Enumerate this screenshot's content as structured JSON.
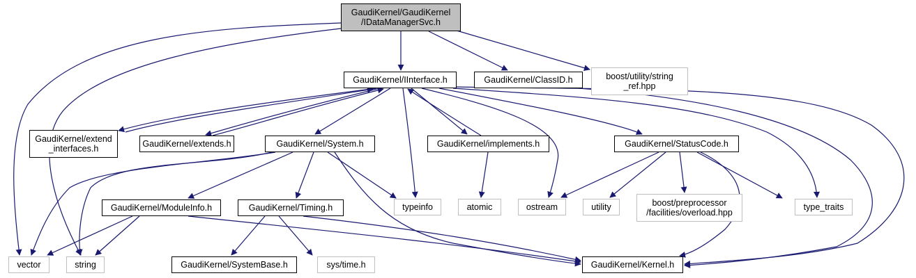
{
  "diagram": {
    "type": "include-dependency-graph",
    "colors": {
      "edge": "#191970",
      "root_fill": "#bfbfbf",
      "internal_border": "#000000",
      "external_border": "#bfbfbf"
    },
    "nodes": [
      {
        "id": "root",
        "label": "GaudiKernel/GaudiKernel\n/IDataManagerSvc.h",
        "kind": "root"
      },
      {
        "id": "iinterface",
        "label": "GaudiKernel/IInterface.h",
        "kind": "internal"
      },
      {
        "id": "classid",
        "label": "GaudiKernel/ClassID.h",
        "kind": "internal"
      },
      {
        "id": "string_ref",
        "label": "boost/utility/string\n_ref.hpp",
        "kind": "external"
      },
      {
        "id": "extend_interfaces",
        "label": "GaudiKernel/extend\n_interfaces.h",
        "kind": "internal"
      },
      {
        "id": "extends",
        "label": "GaudiKernel/extends.h",
        "kind": "internal"
      },
      {
        "id": "system",
        "label": "GaudiKernel/System.h",
        "kind": "internal"
      },
      {
        "id": "implements",
        "label": "GaudiKernel/implements.h",
        "kind": "internal"
      },
      {
        "id": "statuscode",
        "label": "GaudiKernel/StatusCode.h",
        "kind": "internal"
      },
      {
        "id": "typeinfo",
        "label": "typeinfo",
        "kind": "external"
      },
      {
        "id": "atomic",
        "label": "atomic",
        "kind": "external"
      },
      {
        "id": "ostream",
        "label": "ostream",
        "kind": "external"
      },
      {
        "id": "utility",
        "label": "utility",
        "kind": "external"
      },
      {
        "id": "overload",
        "label": "boost/preprocessor\n/facilities/overload.hpp",
        "kind": "external"
      },
      {
        "id": "type_traits",
        "label": "type_traits",
        "kind": "external"
      },
      {
        "id": "moduleinfo",
        "label": "GaudiKernel/ModuleInfo.h",
        "kind": "internal"
      },
      {
        "id": "timing",
        "label": "GaudiKernel/Timing.h",
        "kind": "internal"
      },
      {
        "id": "vector",
        "label": "vector",
        "kind": "external"
      },
      {
        "id": "string",
        "label": "string",
        "kind": "external"
      },
      {
        "id": "systembase",
        "label": "GaudiKernel/SystemBase.h",
        "kind": "internal"
      },
      {
        "id": "systime",
        "label": "sys/time.h",
        "kind": "external"
      },
      {
        "id": "kernel",
        "label": "GaudiKernel/Kernel.h",
        "kind": "internal"
      }
    ],
    "edges": [
      {
        "from": "root",
        "to": "iinterface"
      },
      {
        "from": "root",
        "to": "classid"
      },
      {
        "from": "root",
        "to": "string_ref"
      },
      {
        "from": "root",
        "to": "vector"
      },
      {
        "from": "root",
        "to": "string"
      },
      {
        "from": "iinterface",
        "to": "extend_interfaces"
      },
      {
        "from": "extend_interfaces",
        "to": "iinterface"
      },
      {
        "from": "iinterface",
        "to": "extends"
      },
      {
        "from": "extends",
        "to": "iinterface"
      },
      {
        "from": "iinterface",
        "to": "system"
      },
      {
        "from": "iinterface",
        "to": "implements"
      },
      {
        "from": "implements",
        "to": "iinterface"
      },
      {
        "from": "iinterface",
        "to": "statuscode"
      },
      {
        "from": "iinterface",
        "to": "typeinfo"
      },
      {
        "from": "iinterface",
        "to": "ostream"
      },
      {
        "from": "iinterface",
        "to": "type_traits"
      },
      {
        "from": "iinterface",
        "to": "kernel"
      },
      {
        "from": "classid",
        "to": "kernel"
      },
      {
        "from": "system",
        "to": "moduleinfo"
      },
      {
        "from": "system",
        "to": "timing"
      },
      {
        "from": "system",
        "to": "typeinfo"
      },
      {
        "from": "system",
        "to": "vector"
      },
      {
        "from": "system",
        "to": "string"
      },
      {
        "from": "system",
        "to": "kernel"
      },
      {
        "from": "implements",
        "to": "atomic"
      },
      {
        "from": "statuscode",
        "to": "ostream"
      },
      {
        "from": "statuscode",
        "to": "utility"
      },
      {
        "from": "statuscode",
        "to": "overload"
      },
      {
        "from": "statuscode",
        "to": "type_traits"
      },
      {
        "from": "statuscode",
        "to": "kernel"
      },
      {
        "from": "moduleinfo",
        "to": "vector"
      },
      {
        "from": "moduleinfo",
        "to": "string"
      },
      {
        "from": "moduleinfo",
        "to": "kernel"
      },
      {
        "from": "timing",
        "to": "systembase"
      },
      {
        "from": "timing",
        "to": "systime"
      },
      {
        "from": "timing",
        "to": "kernel"
      }
    ]
  }
}
